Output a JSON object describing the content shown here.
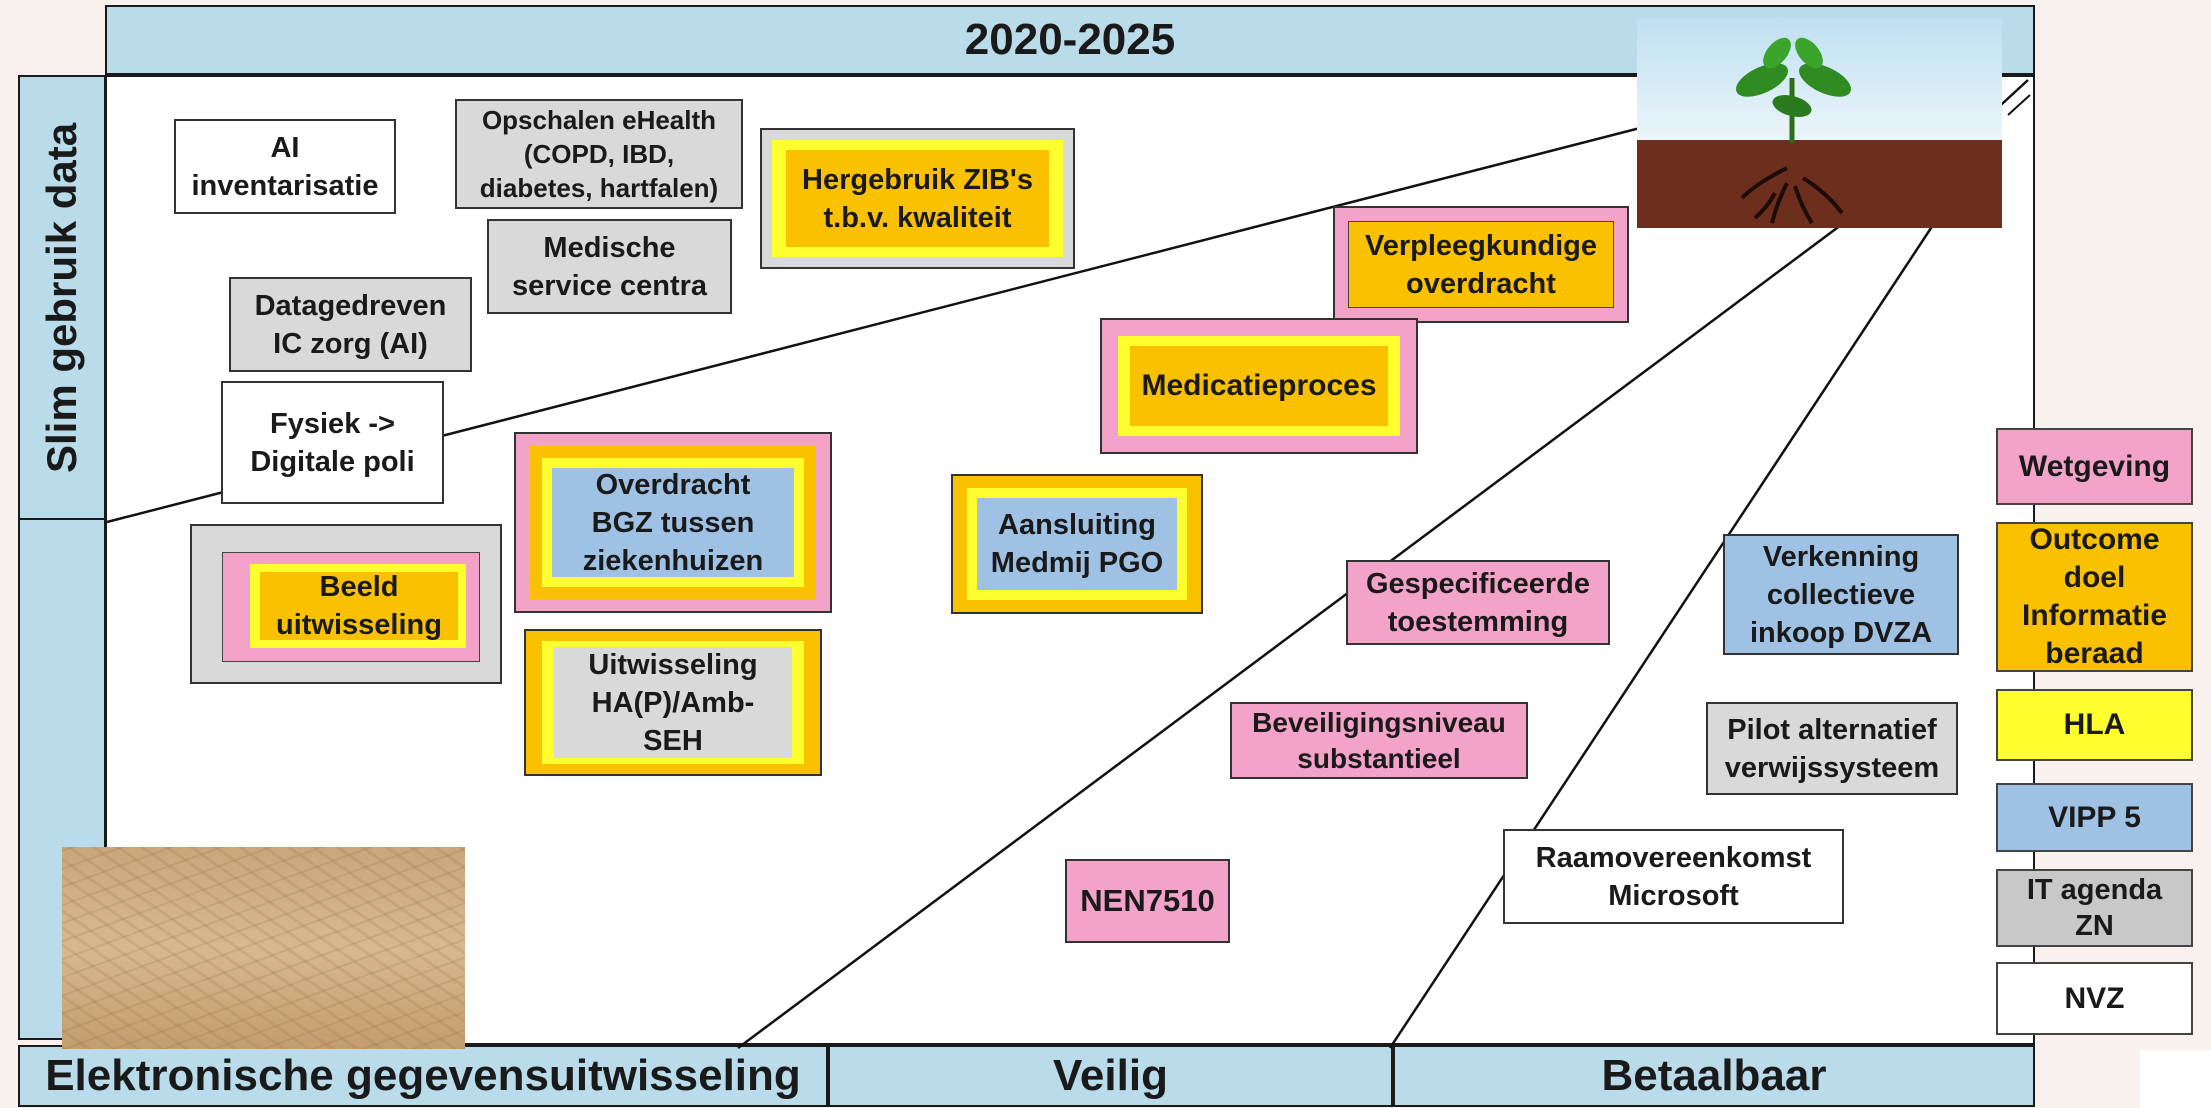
{
  "header": {
    "period": "2020-2025"
  },
  "axes": {
    "vertical": "Slim gebruik data",
    "bottom_left": "Elektronische gegevensuitwisseling",
    "bottom_mid": "Veilig",
    "bottom_right": "Betaalbaar"
  },
  "items": {
    "ai": "AI\ninventarisatie",
    "ehealth": "Opschalen eHealth\n(COPD, IBD,\ndiabetes, hartfalen)",
    "zib": "Hergebruik ZIB's\nt.b.v. kwaliteit",
    "msc": "Medische\nservice centra",
    "icz": "Datagedreven\nIC zorg (AI)",
    "poli": "Fysiek ->\nDigitale poli",
    "verpleeg": "Verpleegkundige\noverdracht",
    "medicatie": "Medicatieproces",
    "bgz": "Overdracht\nBGZ tussen\nziekenhuizen",
    "beeld": "Beeld\nuitwisseling",
    "pgo": "Aansluiting\nMedmij PGO",
    "ha": "Uitwisseling\nHA(P)/Amb-\nSEH",
    "toestemming": "Gespecificeerde\ntoestemming",
    "beveiliging": "Beveiligingsniveau\nsubstantieel",
    "nen": "NEN7510",
    "dvza": "Verkenning\ncollectieve\ninkoop DVZA",
    "pilot": "Pilot alternatief\nverwijssysteem",
    "microsoft": "Raamovereenkomst\nMicrosoft"
  },
  "legend": [
    {
      "label": "Wetgeving",
      "color": "#f4a3c8"
    },
    {
      "label": "Outcome\ndoel\nInformatie\nberaad",
      "color": "#f9c100"
    },
    {
      "label": "HLA",
      "color": "#ffff30"
    },
    {
      "label": "VIPP 5",
      "color": "#9fc2e4"
    },
    {
      "label": "IT agenda\nZN",
      "color": "#c8c8c8"
    },
    {
      "label": "NVZ",
      "color": "#ffffff"
    }
  ],
  "colors": {
    "frame_blue": "#b9dbea",
    "pink": "#f4a3c8",
    "orange": "#f9c100",
    "yellow": "#ffff30",
    "light_blue": "#9fc2e4",
    "grey": "#d9d9d9"
  },
  "images": [
    "plant-icon",
    "dry-soil-image"
  ]
}
